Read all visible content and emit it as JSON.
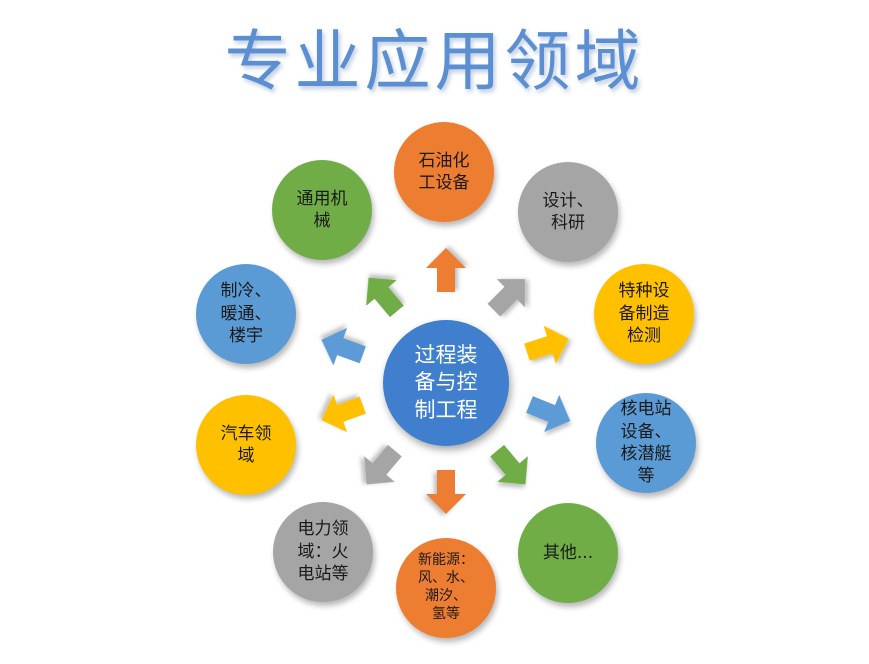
{
  "title": "专业应用领域",
  "center": {
    "label": "过程装\n备与控\n制工程",
    "color": "#3f7fcd"
  },
  "nodes": [
    {
      "id": "petrochem",
      "label": "石油化\n工设备",
      "color": "#ed7d31"
    },
    {
      "id": "design",
      "label": "设计、\n科研",
      "color": "#a5a5a5"
    },
    {
      "id": "special",
      "label": "特种设\n备制造\n检测",
      "color": "#ffc000"
    },
    {
      "id": "nuclear",
      "label": "核电站\n设备、\n核潜艇\n等",
      "color": "#5b9bd5"
    },
    {
      "id": "other",
      "label": "其他...",
      "color": "#70ad47"
    },
    {
      "id": "newenergy",
      "label": "新能源：\n风、水、\n潮汐、\n氢等",
      "color": "#ed7d31"
    },
    {
      "id": "power",
      "label": "电力领\n域：火\n电站等",
      "color": "#a5a5a5"
    },
    {
      "id": "auto",
      "label": "汽车领\n域",
      "color": "#ffc000"
    },
    {
      "id": "hvac",
      "label": "制冷、\n暖通、\n楼宇",
      "color": "#5b9bd5"
    },
    {
      "id": "machinery",
      "label": "通用机\n械",
      "color": "#70ad47"
    }
  ]
}
